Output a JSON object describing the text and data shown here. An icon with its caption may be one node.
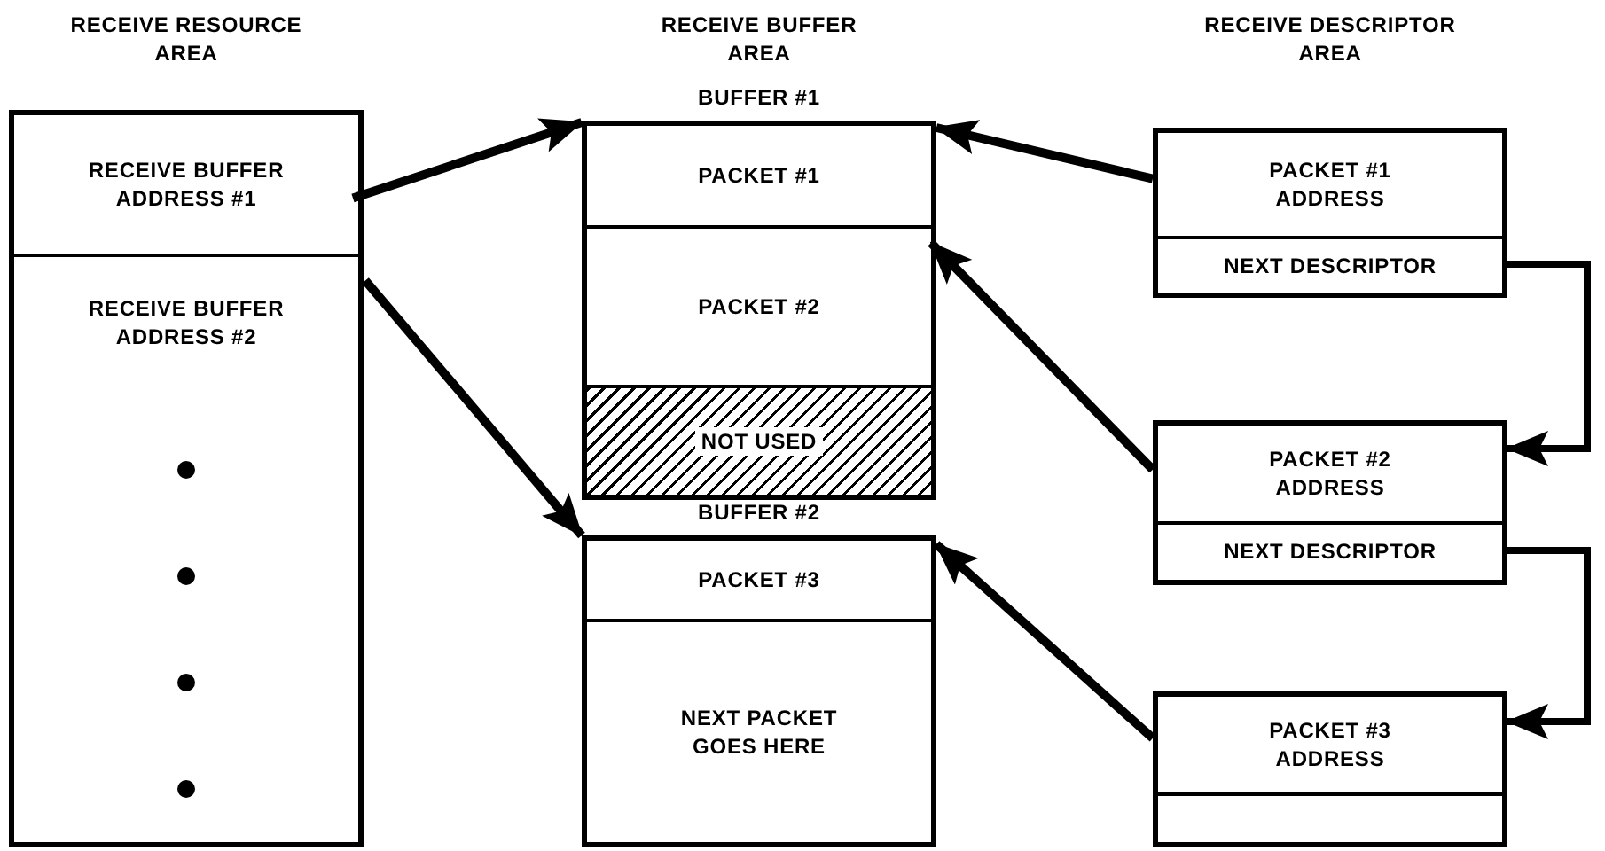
{
  "diagram": {
    "nodes": [
      {
        "text": [],
        "shape": "box"
      },
      {
        "text": [
          "RECEIVE BUFFER ADDRESS #1"
        ],
        "in": 0
      },
      {
        "text": [
          "RECEIVE BUFFER ADDRESS #2"
        ],
        "in": 0
      },
      {
        "text": [
          "BUFFER #1"
        ]
      },
      {
        "text": [
          "PACKET #1"
        ],
        "in": 3
      },
      {
        "text": [
          "PACKET #2"
        ],
        "in": 3
      },
      {
        "text": [
          "NOT USED"
        ],
        "in": 3
      },
      {
        "text": [
          "BUFFER #2"
        ]
      },
      {
        "text": [
          "PACKET #3"
        ],
        "in": 7
      },
      {
        "text": [
          "NEXT PACKET GOES HERE"
        ],
        "in": 7
      },
      {
        "text": [],
        "shape": "box"
      },
      {
        "text": [
          "PACKET #1 ADDRESS"
        ],
        "in": 10
      },
      {
        "text": [
          "NEXT DESCRIPTOR"
        ],
        "in": 10
      },
      {
        "text": [],
        "shape": "box"
      },
      {
        "text": [
          "PACKET #2 ADDRESS"
        ],
        "in": 13
      },
      {
        "text": [
          "NEXT DESCRIPTOR"
        ],
        "in": 13
      },
      {
        "text": [],
        "shape": "box"
      },
      {
        "text": [
          "PACKET #3 ADDRESS"
        ],
        "in": 16
      },
      {
        "text": [],
        "shape": "box",
        "in": 16
      }
    ],
    "edges": [
      {
        "from": 1,
        "to": 3,
        "arrow": "to"
      },
      {
        "from": 2,
        "to": 7,
        "arrow": "to"
      },
      {
        "from": 10,
        "to": 3,
        "arrow": "to"
      },
      {
        "from": 13,
        "to": 5,
        "arrow": "to"
      },
      {
        "from": 16,
        "to": 7,
        "arrow": "to"
      },
      {
        "from": 12,
        "to": 13,
        "arrow": "to"
      },
      {
        "from": 15,
        "to": 16,
        "arrow": "to"
      }
    ],
    "labels": [
      "RECEIVE RESOURCE AREA",
      "RECEIVE BUFFER AREA",
      "RECEIVE DESCRIPTOR AREA"
    ]
  }
}
